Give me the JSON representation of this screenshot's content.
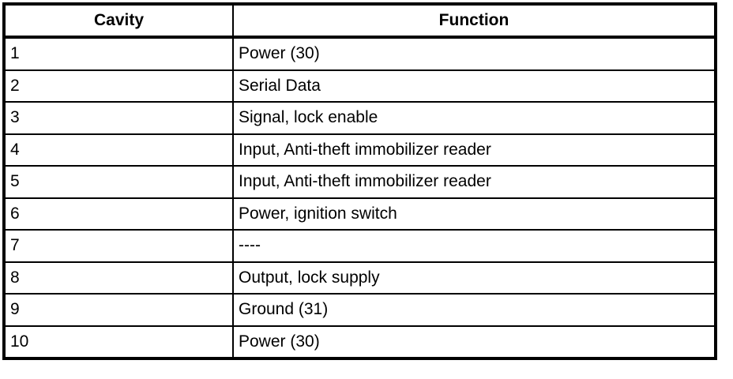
{
  "table": {
    "columns": {
      "cavity_label": "Cavity",
      "function_label": "Function"
    },
    "rows": [
      {
        "cavity": "1",
        "function": "Power (30)"
      },
      {
        "cavity": "2",
        "function": "Serial Data"
      },
      {
        "cavity": "3",
        "function": "Signal, lock enable"
      },
      {
        "cavity": "4",
        "function": "Input, Anti-theft immobilizer reader"
      },
      {
        "cavity": "5",
        "function": "Input, Anti-theft immobilizer reader"
      },
      {
        "cavity": "6",
        "function": "Power, ignition switch"
      },
      {
        "cavity": "7",
        "function": "----"
      },
      {
        "cavity": "8",
        "function": "Output, lock supply"
      },
      {
        "cavity": "9",
        "function": "Ground (31)"
      },
      {
        "cavity": "10",
        "function": "Power (30)"
      }
    ],
    "colors": {
      "border": "#000000",
      "background": "#ffffff",
      "text": "#000000"
    }
  }
}
